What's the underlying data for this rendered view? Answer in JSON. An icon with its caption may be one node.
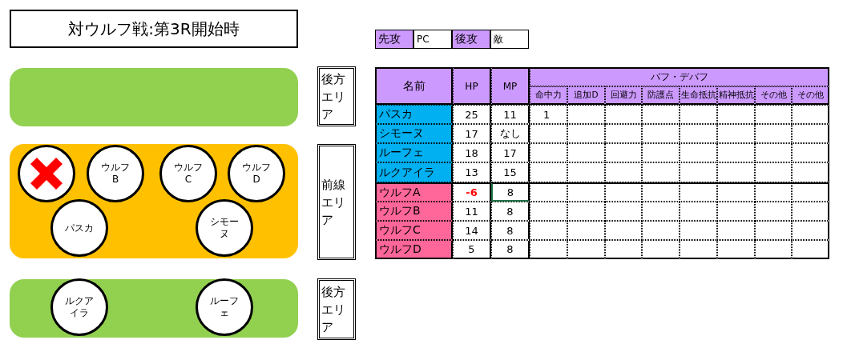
{
  "diagram": {
    "nodes": [
      {
        "text": [
          "対ウルフ戦:第3R開始時"
        ]
      },
      {
        "text": [],
        "shape": "box"
      },
      {
        "text": [
          "後方エリア"
        ]
      },
      {
        "text": [],
        "shape": "box"
      },
      {
        "text": [],
        "shape": "circle",
        "in": 3
      },
      {
        "text": [
          "ウルフB"
        ],
        "in": 3
      },
      {
        "text": [
          "ウルフC"
        ],
        "in": 3
      },
      {
        "text": [
          "ウルフD"
        ],
        "in": 3
      },
      {
        "text": [
          "パスカ"
        ],
        "in": 3
      },
      {
        "text": [
          "シモーヌ"
        ],
        "in": 3
      },
      {
        "text": [
          "前線エリア"
        ]
      },
      {
        "text": [],
        "shape": "box"
      },
      {
        "text": [
          "ルクアイラ"
        ],
        "in": 11
      },
      {
        "text": [
          "ルーフェ"
        ],
        "in": 11
      },
      {
        "text": [
          "後方エリア"
        ]
      }
    ],
    "labels": [
      "先攻",
      "PC",
      "後攻",
      "敵",
      "名前",
      "HP",
      "MP",
      "バフ・デバフ",
      "命中力",
      "追加D",
      "回避力",
      "防護点",
      "生命抵抗",
      "精神抵抗",
      "その他",
      "その他",
      "パスカ",
      "25",
      "11",
      "1",
      "シモーヌ",
      "17",
      "なし",
      "ルーフェ",
      "18",
      "17",
      "ルクアイラ",
      "13",
      "15",
      "ウルフA",
      "-6",
      "8",
      "ウルフB",
      "11",
      "8",
      "ウルフC",
      "14",
      "8",
      "ウルフD",
      "5",
      "8"
    ]
  }
}
